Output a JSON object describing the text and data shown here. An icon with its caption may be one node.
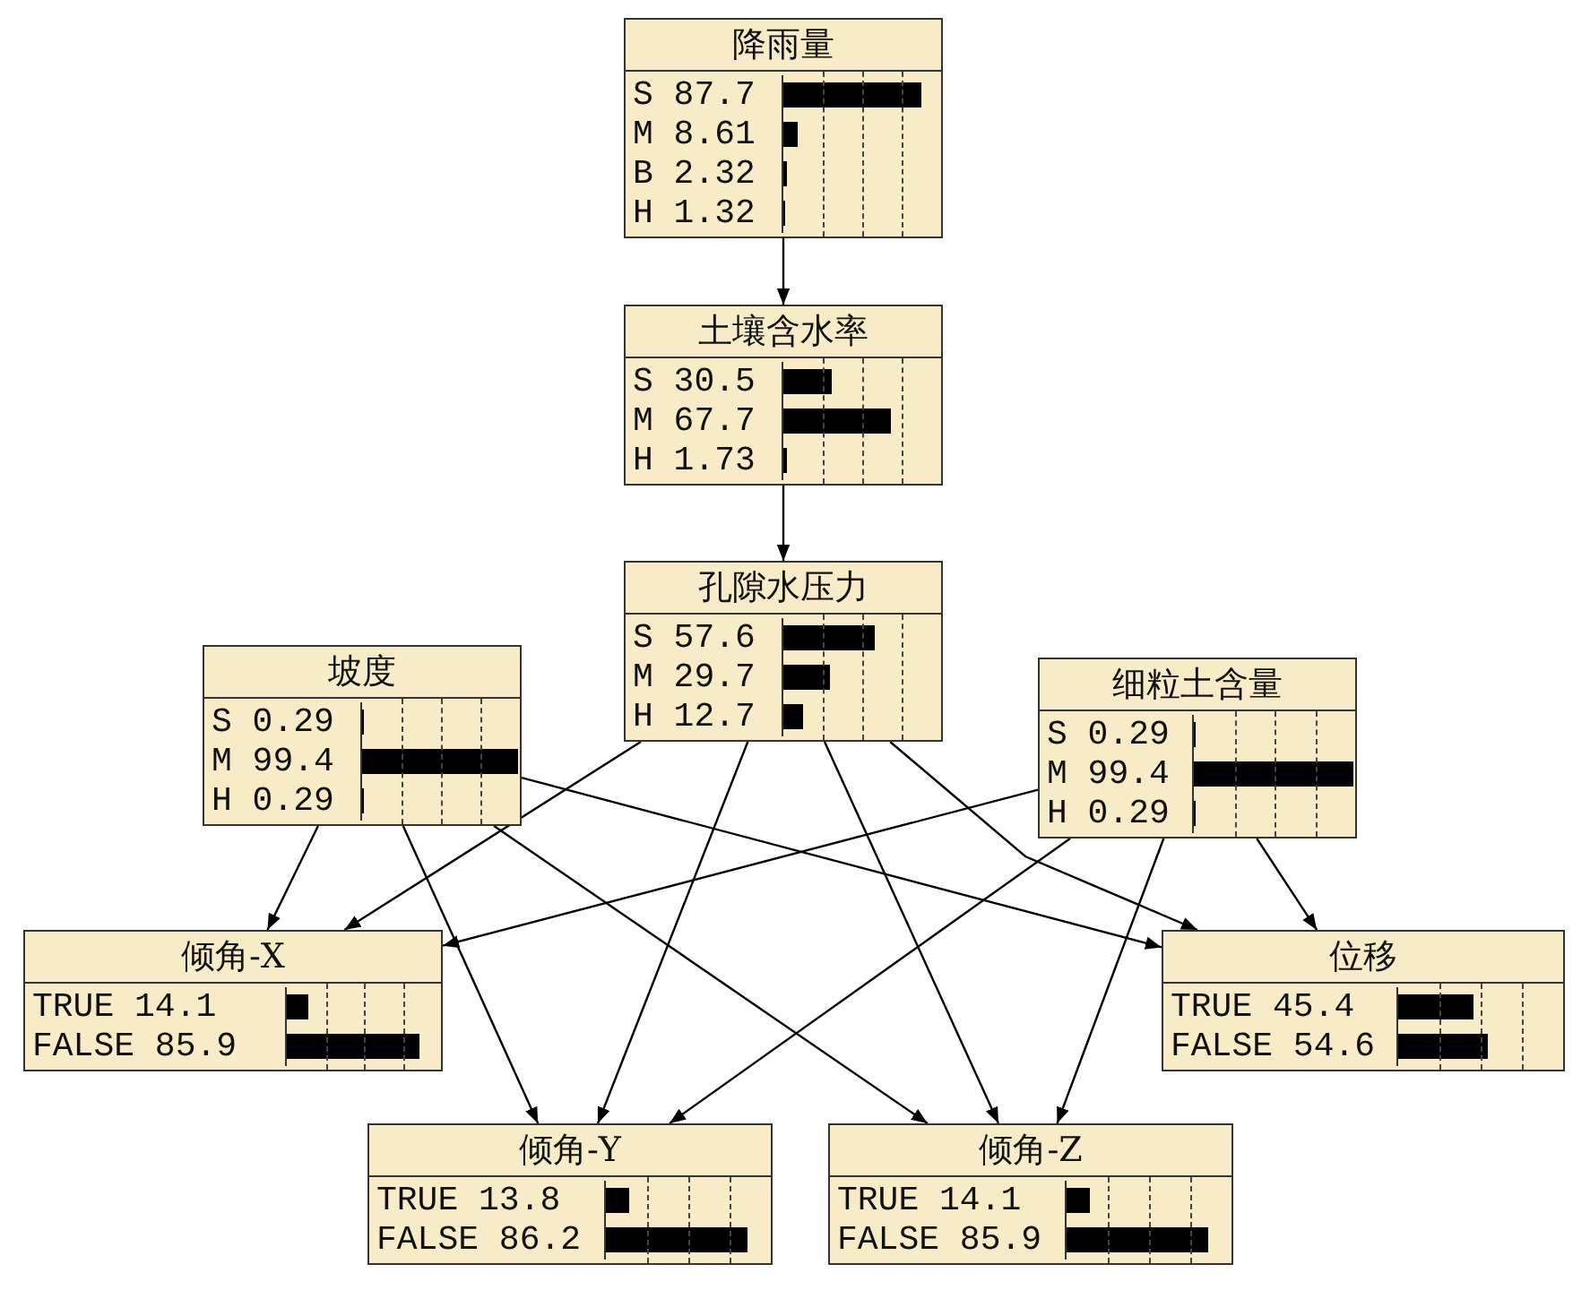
{
  "diagram": {
    "nodes": [
      {
        "text": [
          "降雨量",
          "S 87.7",
          "M 8.61",
          "B 2.32",
          "H 1.32"
        ]
      },
      {
        "text": [
          "土壤含水率",
          "S 30.5",
          "M 67.7",
          "H 1.73"
        ]
      },
      {
        "text": [
          "孔隙水压力",
          "S 57.6",
          "M 29.7",
          "H 12.7"
        ]
      },
      {
        "text": [
          "坡度",
          "S 0.29",
          "M 99.4",
          "H 0.29"
        ]
      },
      {
        "text": [
          "细粒土含量",
          "S 0.29",
          "M 99.4",
          "H 0.29"
        ]
      },
      {
        "text": [
          "倾角-X",
          "TRUE 14.1",
          "FALSE 85.9"
        ]
      },
      {
        "text": [
          "位移",
          "TRUE 45.4",
          "FALSE 54.6"
        ]
      },
      {
        "text": [
          "倾角-Y",
          "TRUE 13.8",
          "FALSE 86.2"
        ]
      },
      {
        "text": [
          "倾角-Z",
          "TRUE 14.1",
          "FALSE 85.9"
        ]
      }
    ],
    "edges": [
      {
        "from": 0,
        "to": 1,
        "arrow": "to"
      },
      {
        "from": 1,
        "to": 2,
        "arrow": "to"
      },
      {
        "from": 3,
        "to": 5,
        "arrow": "to"
      },
      {
        "from": 3,
        "to": 7,
        "arrow": "to"
      },
      {
        "from": 3,
        "to": 8,
        "arrow": "to"
      },
      {
        "from": 3,
        "to": 6,
        "arrow": "to"
      },
      {
        "from": 2,
        "to": 5,
        "arrow": "to"
      },
      {
        "from": 2,
        "to": 7,
        "arrow": "to"
      },
      {
        "from": 2,
        "to": 8,
        "arrow": "to"
      },
      {
        "from": 2,
        "to": 6,
        "arrow": "to"
      },
      {
        "from": 4,
        "to": 5,
        "arrow": "to"
      },
      {
        "from": 4,
        "to": 7,
        "arrow": "to"
      },
      {
        "from": 4,
        "to": 8,
        "arrow": "to"
      },
      {
        "from": 4,
        "to": 6,
        "arrow": "to"
      }
    ]
  }
}
